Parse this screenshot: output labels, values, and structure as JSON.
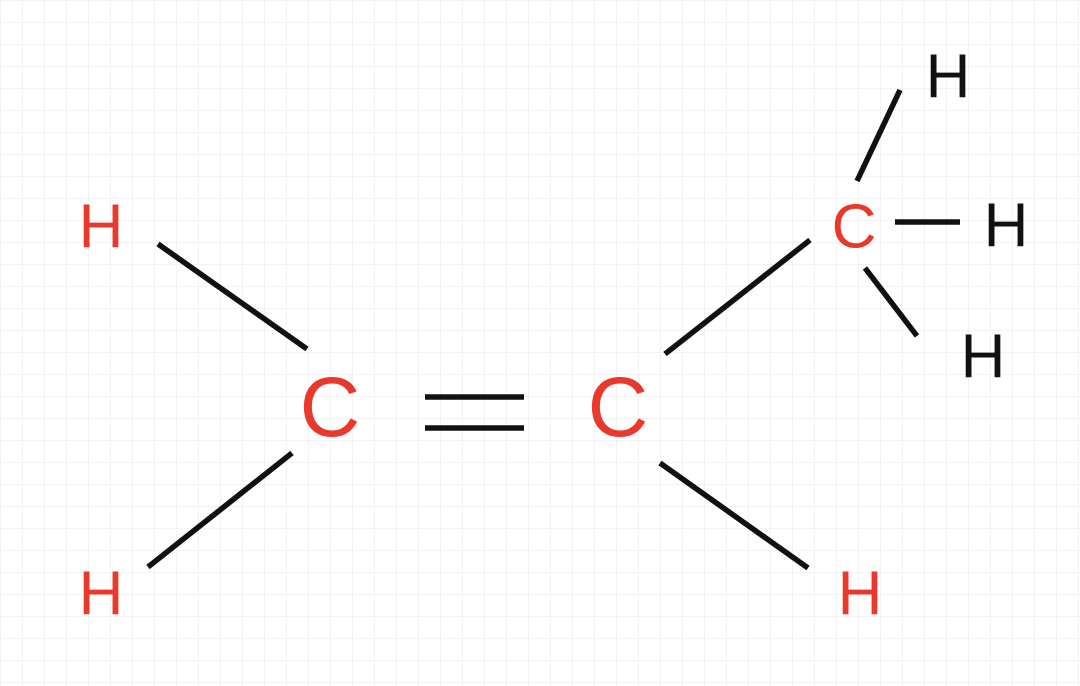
{
  "colors": {
    "highlight": "#e8392c",
    "normal": "#111111",
    "bond": "#111111"
  },
  "atoms": {
    "c1": "C",
    "c2": "C",
    "c3": "C",
    "h_c1_top": "H",
    "h_c1_bottom": "H",
    "h_c2_bottom": "H",
    "h_c3_top": "H",
    "h_c3_right": "H",
    "h_c3_bottom": "H"
  }
}
